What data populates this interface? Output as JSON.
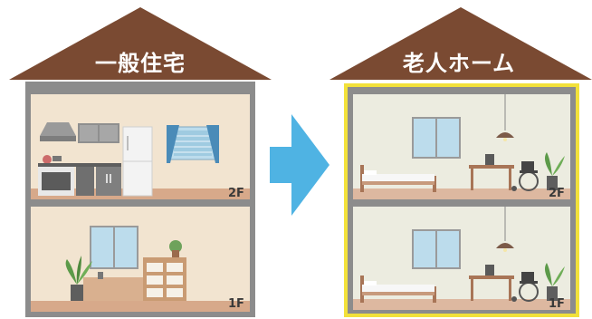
{
  "left_house": {
    "title": "一般住宅",
    "floors": [
      {
        "label": "2F",
        "room": "kitchen"
      },
      {
        "label": "1F",
        "room": "living-room"
      }
    ]
  },
  "right_house": {
    "title": "老人ホーム",
    "floors": [
      {
        "label": "2F",
        "room": "care-room"
      },
      {
        "label": "1F",
        "room": "care-room"
      }
    ]
  },
  "arrow": {
    "icon": "arrow-right-icon",
    "color": "#4fb3e3"
  },
  "colors": {
    "roof": "#7a4a32",
    "wall": "#8c8c8c",
    "left_room": "#f2e4d0",
    "left_floor": "#d7a98a",
    "right_room": "#ecece0",
    "right_floor": "#ddb8a0",
    "highlight_frame": "#f2e13a"
  }
}
